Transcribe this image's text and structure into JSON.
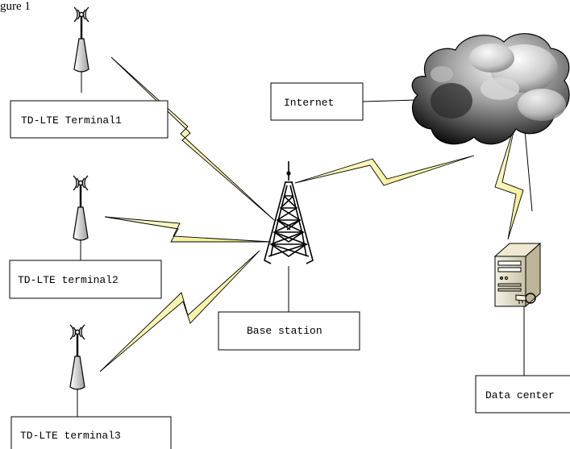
{
  "figure_caption": "gure 1",
  "labels": {
    "terminal1": "TD-LTE Terminal1",
    "terminal2": "TD-LTE terminal2",
    "terminal3": "TD-LTE terminal3",
    "base_station": "Base station",
    "internet": "Internet",
    "data_center": "Data center"
  },
  "colors": {
    "bolt_fill": "#fbf7b0",
    "line": "#000000",
    "cloud_dark": "#1a1a1a",
    "cloud_light": "#e6e6e6"
  },
  "icons": {
    "terminal": "antenna-terminal-icon",
    "tower": "lattice-tower-icon",
    "cloud": "internet-cloud-icon",
    "server": "server-computer-icon"
  }
}
